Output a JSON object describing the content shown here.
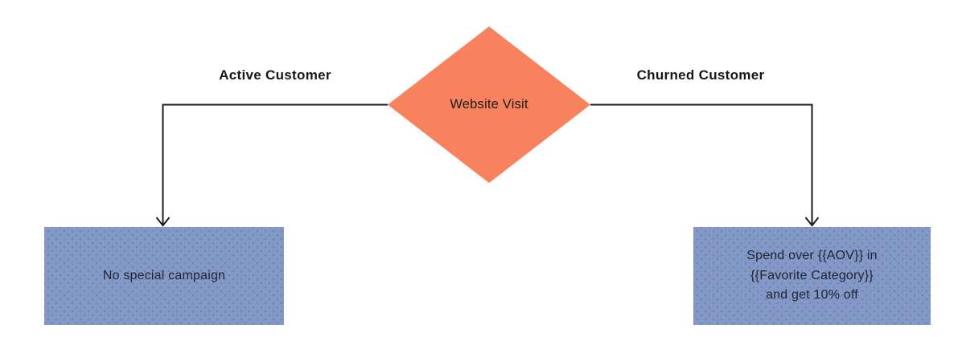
{
  "diagram": {
    "type": "flowchart",
    "decision_node": {
      "label": "Website Visit",
      "shape": "diamond"
    },
    "branches": [
      {
        "side": "left",
        "condition_label": "Active Customer",
        "outcome_text": "No special campaign"
      },
      {
        "side": "right",
        "condition_label": "Churned Customer",
        "outcome_text": "Spend over {{AOV}} in\n{{Favorite Category}}\nand get 10% off"
      }
    ],
    "colors": {
      "decision_fill": "#F8815E",
      "outcome_fill": "#8398C7",
      "connector": "#1a1a1a",
      "text": "#20242e",
      "background": "#ffffff"
    }
  }
}
